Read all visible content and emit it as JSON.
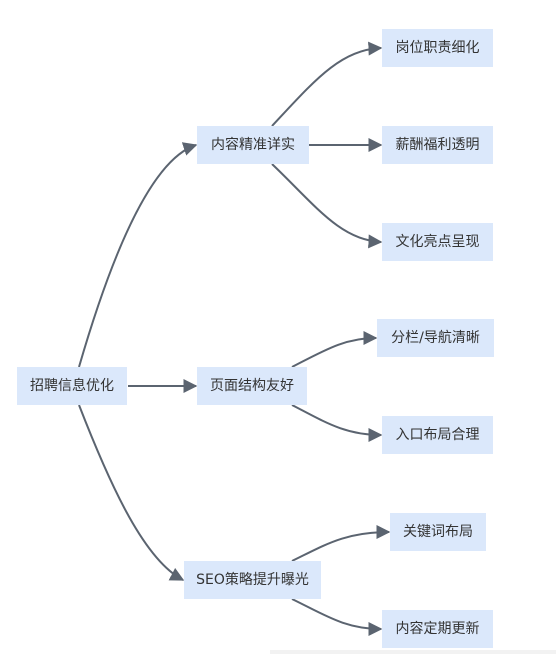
{
  "mindmap": {
    "root": "招聘信息优化",
    "branches": [
      {
        "label": "内容精准详实",
        "children": [
          "岗位职责细化",
          "薪酬福利透明",
          "文化亮点呈现"
        ]
      },
      {
        "label": "页面结构友好",
        "children": [
          "分栏/导航清晰",
          "入口布局合理"
        ]
      },
      {
        "label": "SEO策略提升曝光",
        "children": [
          "关键词布局",
          "内容定期更新"
        ]
      }
    ],
    "colors": {
      "node_fill": "#dbe8fb",
      "edge": "#5b6470",
      "text": "#333333"
    }
  }
}
